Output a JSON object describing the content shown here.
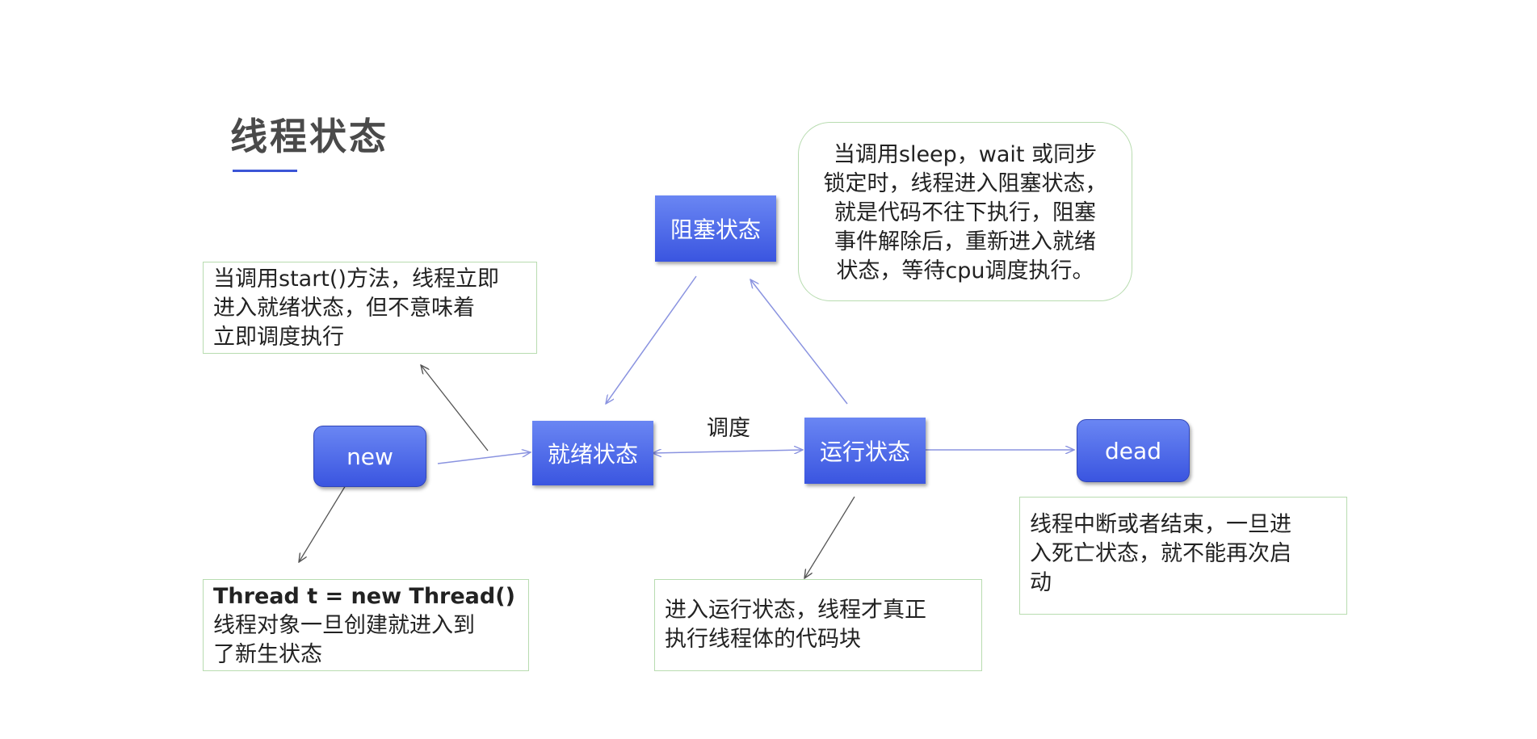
{
  "title": "线程状态",
  "states": {
    "new": "new",
    "ready": "就绪状态",
    "blocked": "阻塞状态",
    "running": "运行状态",
    "dead": "dead"
  },
  "edge_label": "调度",
  "notes": {
    "start": [
      "当调用start()方法，线程立即",
      "进入就绪状态，但不意味着",
      "立即调度执行"
    ],
    "new_code": "Thread t = new Thread()",
    "new_desc": [
      "线程对象一旦创建就进入到",
      "了新生状态"
    ],
    "blocked": [
      "当调用sleep，wait 或同步",
      "锁定时，线程进入阻塞状态，",
      "就是代码不往下执行，阻塞",
      "事件解除后，重新进入就绪",
      "状态，等待cpu调度执行。"
    ],
    "running": [
      "进入运行状态，线程才真正",
      "执行线程体的代码块"
    ],
    "dead": [
      "线程中断或者结束，一旦进",
      "入死亡状态，就不能再次启",
      "动"
    ]
  },
  "colors": {
    "state_fill": "#4a66ea",
    "arrow": "#8a93e0",
    "note_border": "#b8dcb0",
    "title_underline": "#3b55d6"
  }
}
